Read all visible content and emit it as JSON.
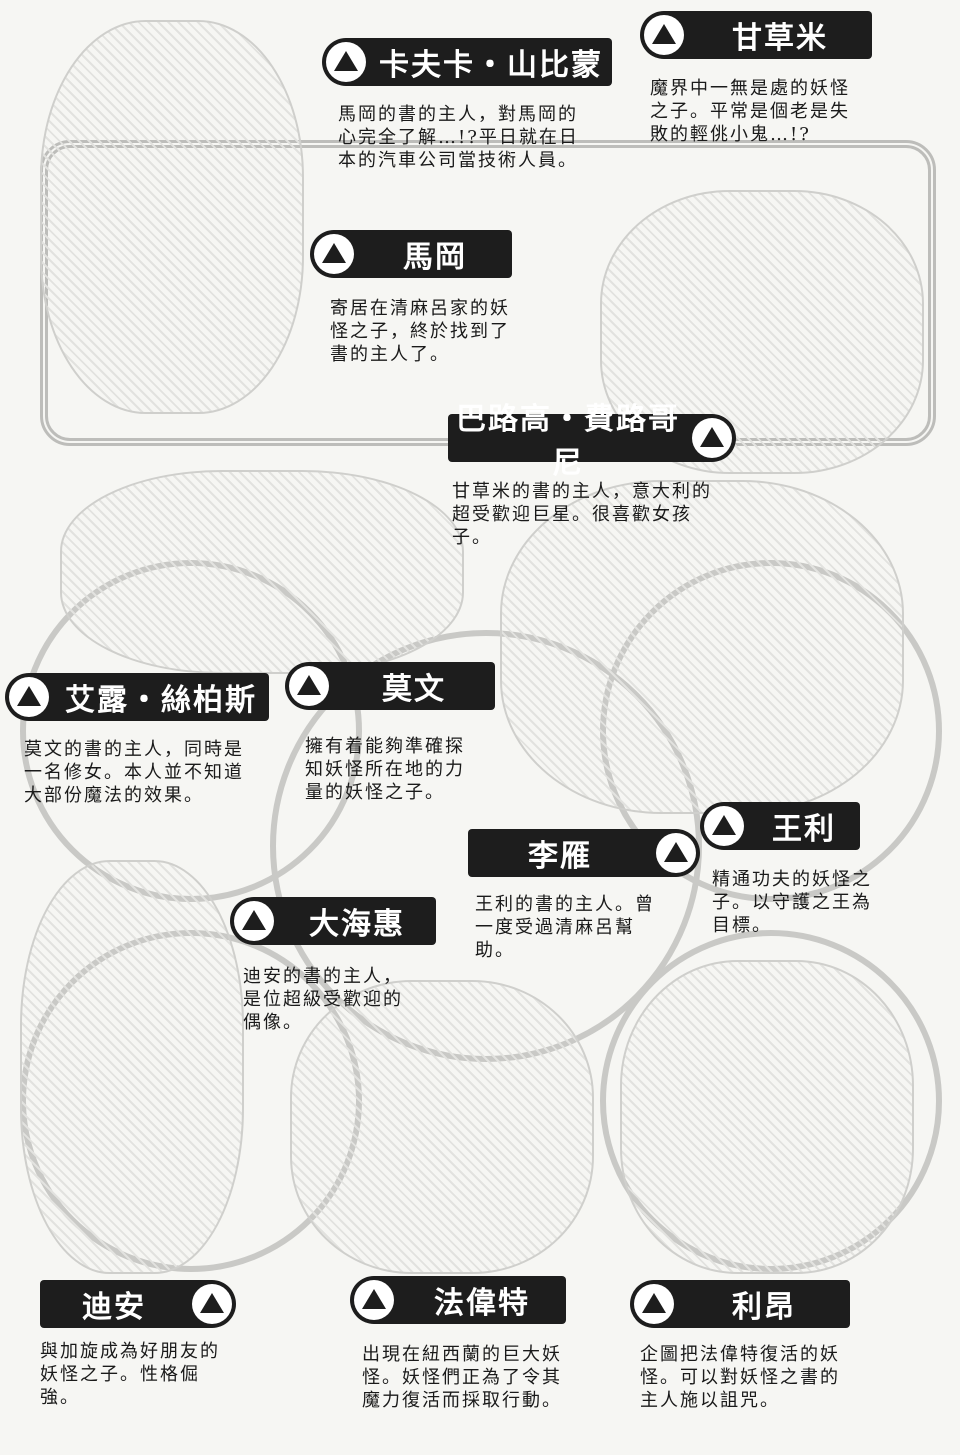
{
  "characters": [
    {
      "name": "卡夫卡・山比蒙",
      "desc": "馬岡的書的主人，對馬岡的\n心完全了解…!?平日就在日\n本的汽車公司當技術人員。"
    },
    {
      "name": "甘草米",
      "desc": "魔界中一無是處的妖怪\n之子。平常是個老是失\n敗的輕佻小鬼…!?"
    },
    {
      "name": "馬岡",
      "desc": "寄居在清麻呂家的妖\n怪之子，終於找到了\n書的主人了。"
    },
    {
      "name": "巴路高・費路哥尼",
      "desc": "甘草米的書的主人，意大利的\n超受歡迎巨星。很喜歡女孩\n子。"
    },
    {
      "name": "艾露・絲柏斯",
      "desc": "莫文的書的主人，同時是\n一名修女。本人並不知道\n大部份魔法的效果。"
    },
    {
      "name": "莫文",
      "desc": "擁有着能夠準確探\n知妖怪所在地的力\n量的妖怪之子。"
    },
    {
      "name": "王利",
      "desc": "精通功夫的妖怪之\n子。以守護之王為\n目標。"
    },
    {
      "name": "李雁",
      "desc": "王利的書的主人。曾\n一度受過清麻呂幫\n助。"
    },
    {
      "name": "大海惠",
      "desc": "迪安的書的主人，\n是位超級受歡迎的\n偶像。"
    },
    {
      "name": "迪安",
      "desc": "與加旋成為好朋友的\n妖怪之子。性格倔\n強。"
    },
    {
      "name": "法偉特",
      "desc": "出現在紐西蘭的巨大妖\n怪。妖怪們正為了令其\n魔力復活而採取行動。"
    },
    {
      "name": "利昂",
      "desc": "企圖把法偉特復活的妖\n怪。可以對妖怪之書的\n主人施以詛咒。"
    }
  ]
}
